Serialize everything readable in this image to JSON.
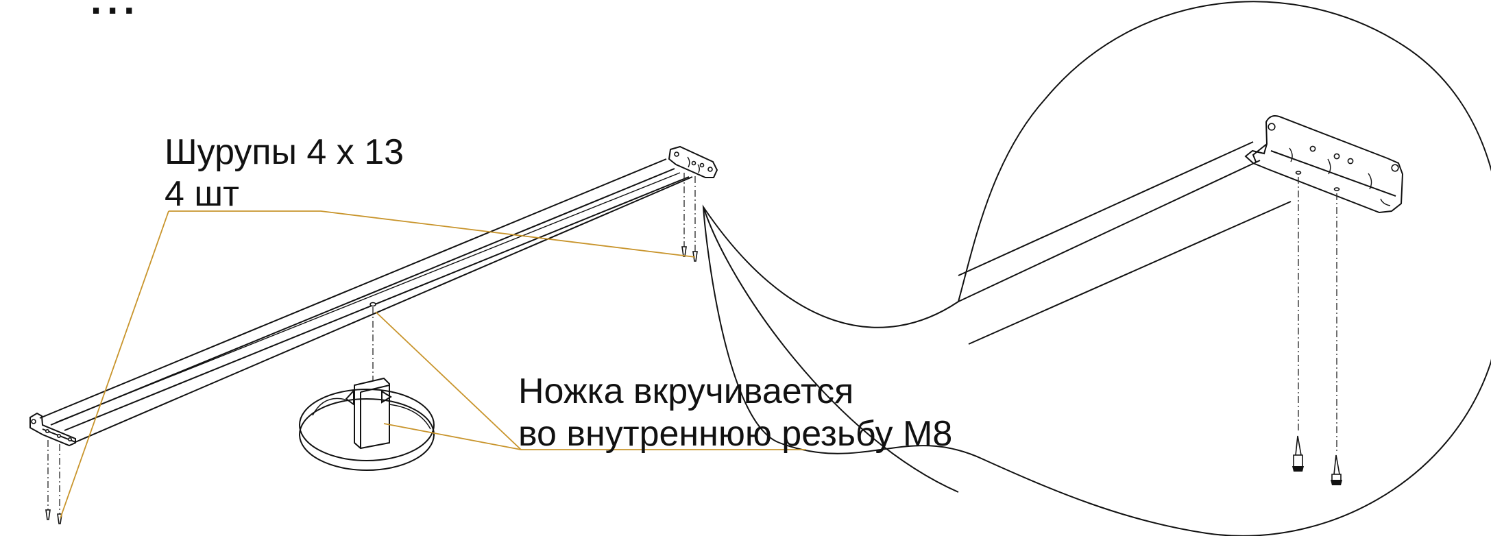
{
  "title": "...",
  "callouts": {
    "screws": {
      "line1": "Шурупы 4 х 13",
      "line2": "4 шт"
    },
    "leg": {
      "line1": "Ножка вкручивается",
      "line2": "во внутреннюю резьбу М8"
    }
  },
  "colors": {
    "leader_line": "#c8942b",
    "drawing_line": "#111111",
    "background": "#ffffff"
  },
  "icons": [
    "rail-frame-icon",
    "mounting-bracket-icon",
    "screw-icon",
    "rotating-leg-icon",
    "magnifier-circle-icon"
  ]
}
